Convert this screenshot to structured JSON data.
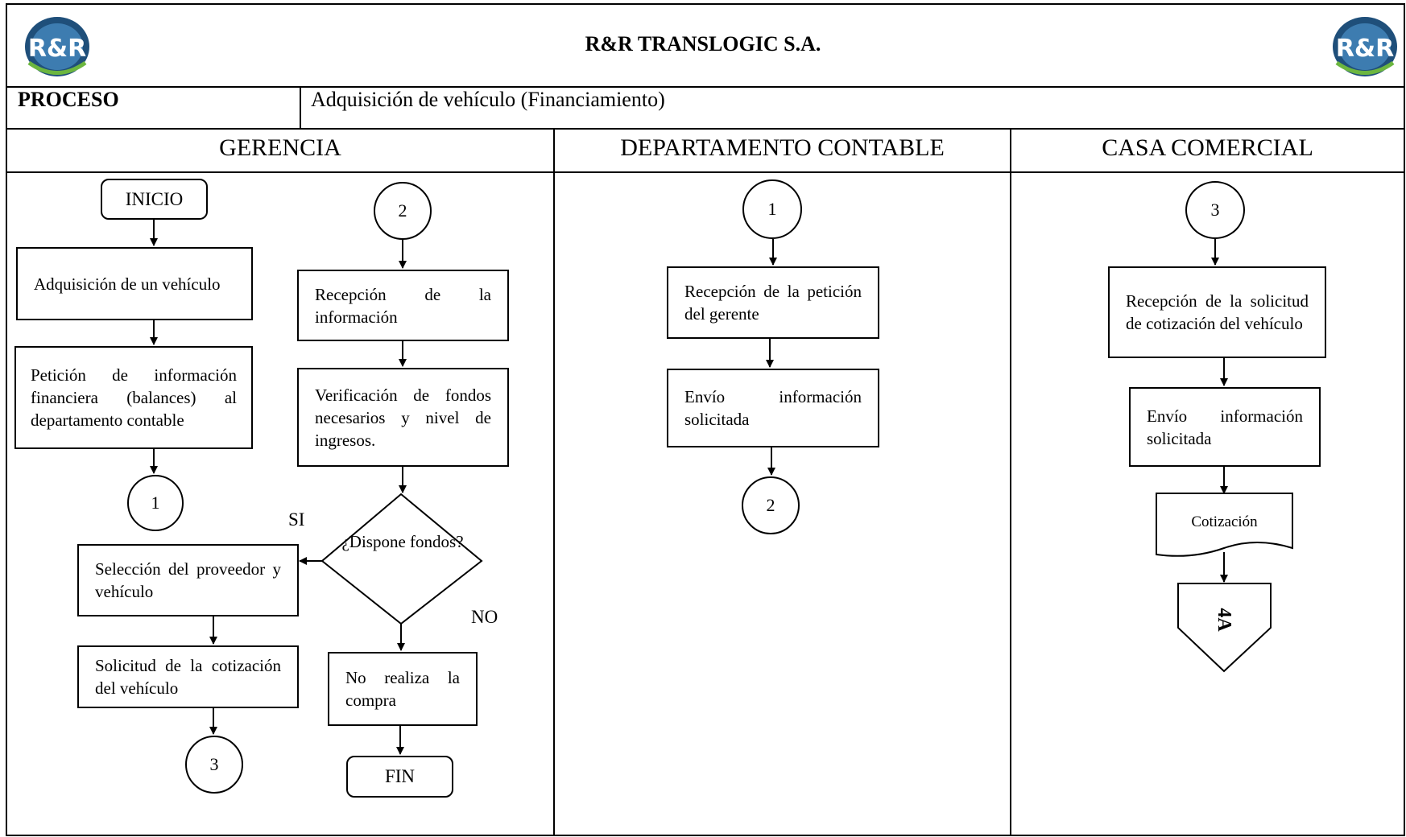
{
  "header": {
    "company": "R&R TRANSLOGIC S.A.",
    "logo_text": "R&R",
    "process_label": "PROCESO",
    "process_value": "Adquisición de vehículo (Financiamiento)"
  },
  "lanes": [
    "GERENCIA",
    "DEPARTAMENTO CONTABLE",
    "CASA COMERCIAL"
  ],
  "gerencia": {
    "start": "INICIO",
    "acquire": "Adquisición de un vehículo",
    "request_info": "Petición de información financiera (balances) al departamento contable",
    "connector_out": "1",
    "connector_in": "2",
    "receive_info": "Recepción de la información",
    "verify": "Verificación de fondos necesarios y nivel de ingresos.",
    "decision": "¿Dispone fondos?",
    "yes_label": "SI",
    "no_label": "NO",
    "select_provider": "Selección del proveedor y vehículo",
    "request_quote": "Solicitud de la cotización del vehículo",
    "connector_to_casa": "3",
    "no_purchase": "No realiza la compra",
    "end": "FIN"
  },
  "contable": {
    "connector_in": "1",
    "receive_request": "Recepción de la petición del gerente",
    "send_info": "Envío información solicitada",
    "connector_out": "2"
  },
  "casa": {
    "connector_in": "3",
    "receive_quote_request": "Recepción de la solicitud de cotización del vehículo",
    "send_info": "Envío información solicitada",
    "document": "Cotización",
    "offpage": "4A"
  }
}
